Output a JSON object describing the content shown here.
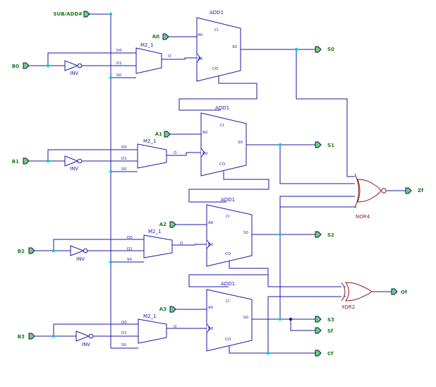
{
  "ports": {
    "sub_add": "SUB/ADD#",
    "a0": "A0",
    "b0": "B0",
    "a1": "A1",
    "b1": "B1",
    "a2": "A2",
    "b2": "B2",
    "a3": "A3",
    "b3": "B3",
    "s0": "S0",
    "s1": "S1",
    "s2": "S2",
    "s3": "S3",
    "sf": "Sf",
    "cf": "Cf",
    "zf": "Zf",
    "of": "Of"
  },
  "components": {
    "adder": "ADD1",
    "mux": "M2_1",
    "inverter": "INV",
    "nor": "NOR4",
    "xor": "XOR2"
  },
  "pins": {
    "ci": "CI",
    "co": "CO",
    "a0": "A0",
    "b0": "B0",
    "s0": "S0",
    "d0": "D0",
    "d1": "D1",
    "o": "O"
  },
  "colors": {
    "wire": "#1a1aa6",
    "gate": "#8b1a1a",
    "port_fill": "#6fd26f",
    "port_label": "#1a7a1a",
    "junction": "#00cccc"
  }
}
